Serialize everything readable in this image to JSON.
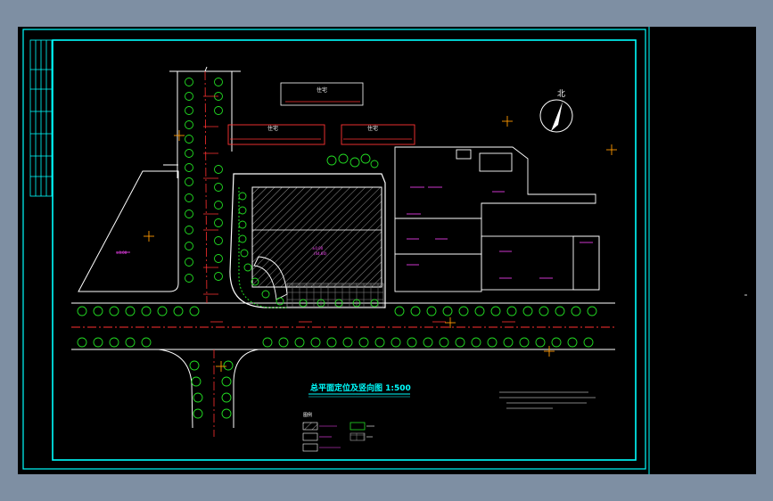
{
  "drawing": {
    "title": "总平面定位及竖向图 1:500",
    "north_label": "北",
    "labels": {
      "residential_top": "住宅",
      "residential_left": "住宅",
      "residential_mid": "住宅"
    },
    "legend": {
      "header": "图例",
      "items": []
    },
    "notes_lines": []
  },
  "colors": {
    "background": "#000000",
    "frame": "#00ffff",
    "building": "#ffffff",
    "roads": "#ffffff",
    "trees": "#22dd22",
    "dimension": "#ff3333",
    "elevation": "#ff44ff",
    "centerline": "#ff3030",
    "title_text": "#00ffff"
  },
  "icons": [
    "north-arrow-icon",
    "tree-icon",
    "crosshair-icon"
  ]
}
